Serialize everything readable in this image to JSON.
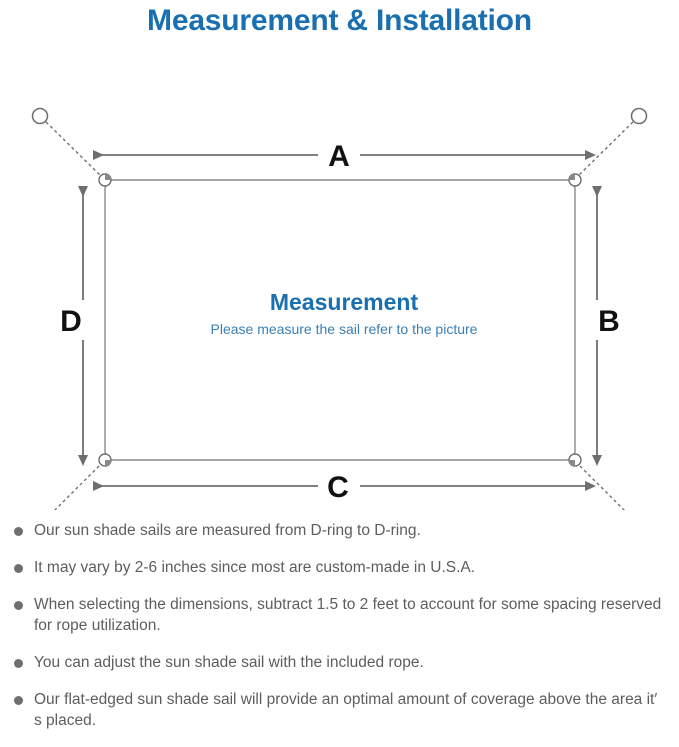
{
  "header": {
    "title": "Measurement & Installation",
    "title_color": "#1a6fb0"
  },
  "diagram": {
    "name": "sun-shade-sail-measurement-diagram",
    "center_title": "Measurement",
    "center_subtitle": "Please measure the sail refer to the picture",
    "center_title_color": "#1a6fb0",
    "center_subtitle_color": "#3a7fb5",
    "line_color": "#6f6f6f",
    "sail_edge_color": "#8a8a8a",
    "dimensions": {
      "top": "A",
      "right": "B",
      "bottom": "C",
      "left": "D"
    },
    "anchor_count": 4,
    "d_ring_count": 4
  },
  "notes": [
    "Our sun shade sails are measured from D-ring to D-ring.",
    "It may vary by 2-6 inches since most are custom-made in U.S.A.",
    "When selecting the dimensions, subtract 1.5 to 2 feet to account for some spacing reserved for rope utilization.",
    "You can adjust the sun shade sail with the included rope.",
    "Our flat-edged sun shade sail will provide an optimal amount of coverage above the area it′ s placed."
  ]
}
